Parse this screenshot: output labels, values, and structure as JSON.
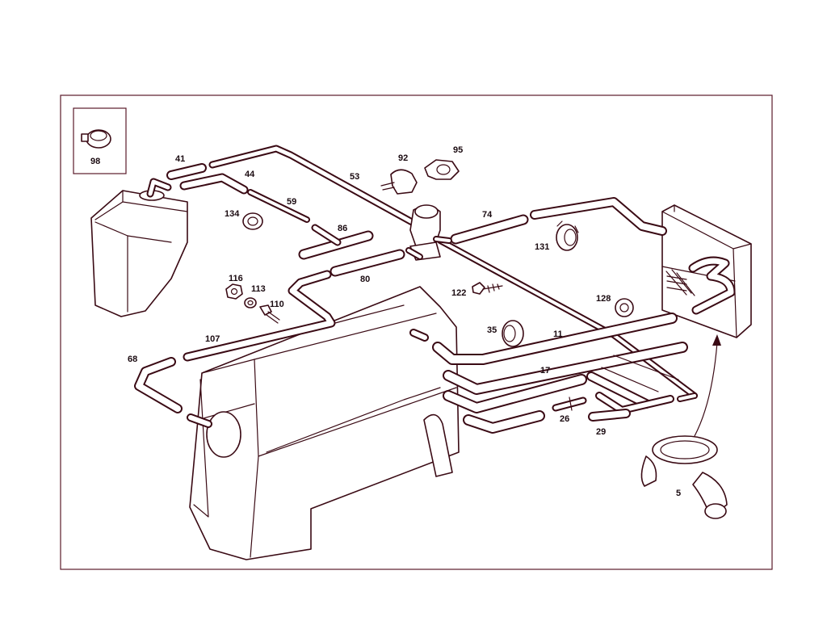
{
  "labels": {
    "l98": "98",
    "l41": "41",
    "l44": "44",
    "l53": "53",
    "l59": "59",
    "l92": "92",
    "l95": "95",
    "l74": "74",
    "l134": "134",
    "l86": "86",
    "l131": "131",
    "l116": "116",
    "l113": "113",
    "l110": "110",
    "l80": "80",
    "l122": "122",
    "l128": "128",
    "l35": "35",
    "l11": "11",
    "l107": "107",
    "l68": "68",
    "l17": "17",
    "l26": "26",
    "l29": "29",
    "l5": "5"
  },
  "colors": {
    "line": "#3a0a14",
    "frame": "#5a1a2a",
    "paper": "#ffffff"
  }
}
